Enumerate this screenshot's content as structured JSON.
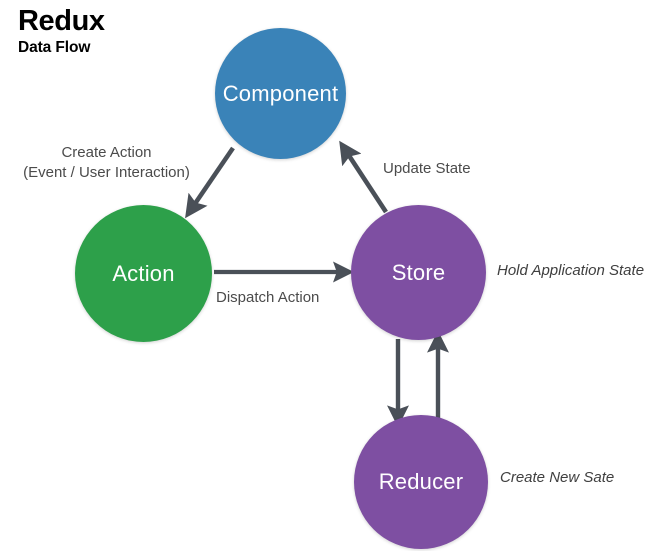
{
  "header": {
    "title": "Redux",
    "subtitle": "Data Flow"
  },
  "nodes": [
    {
      "id": "component",
      "label": "Component",
      "color": "#3a83b8",
      "shape": "circle"
    },
    {
      "id": "action",
      "label": "Action",
      "color": "#2da04a",
      "shape": "circle"
    },
    {
      "id": "store",
      "label": "Store",
      "color": "#7e4fa2",
      "shape": "circle"
    },
    {
      "id": "reducer",
      "label": "Reducer",
      "color": "#7e4fa2",
      "shape": "circle"
    }
  ],
  "edges": [
    {
      "id": "component-to-action",
      "from": "component",
      "to": "action",
      "label_line1": "Create Action",
      "label_line2": "(Event / User Interaction)",
      "style": "diagonal-arrow"
    },
    {
      "id": "action-to-store",
      "from": "action",
      "to": "store",
      "label": "Dispatch Action",
      "style": "horizontal-arrow"
    },
    {
      "id": "store-to-component",
      "from": "store",
      "to": "component",
      "label": "Update State",
      "style": "diagonal-arrow"
    },
    {
      "id": "store-to-reducer",
      "from": "store",
      "to": "reducer",
      "label": "",
      "style": "vertical-arrow-down"
    },
    {
      "id": "reducer-to-store",
      "from": "reducer",
      "to": "store",
      "label": "",
      "style": "vertical-arrow-up"
    }
  ],
  "annotations": [
    {
      "id": "hold-application-state",
      "target": "store",
      "text": "Hold Application State",
      "style": "italic"
    },
    {
      "id": "create-new-state",
      "target": "reducer",
      "text": "Create New Sate",
      "style": "italic"
    }
  ],
  "colors": {
    "blue": "#3a83b8",
    "green": "#2da04a",
    "purple": "#7e4fa2",
    "arrow": "#4a5058",
    "label_text": "#4b4b4b",
    "background": "#ffffff"
  }
}
